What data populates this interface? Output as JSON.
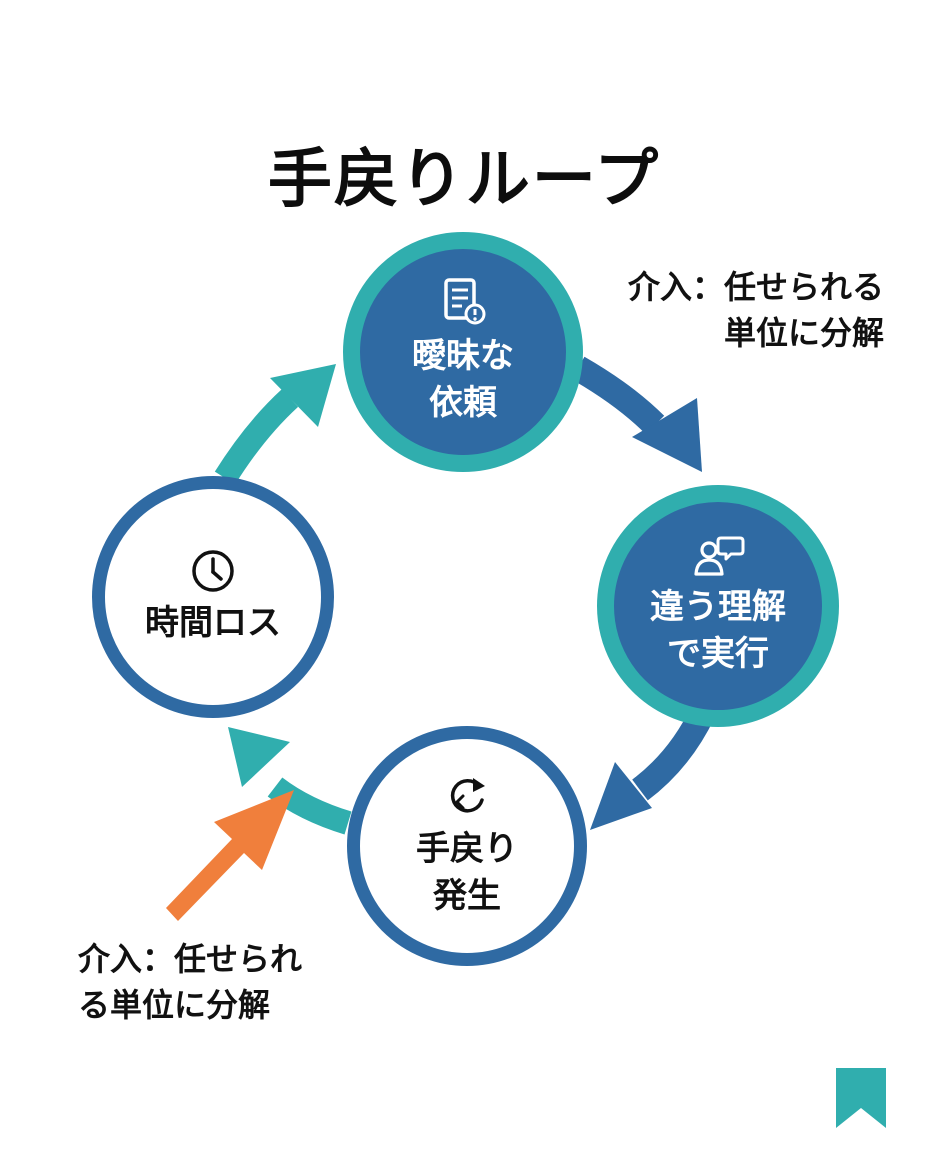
{
  "title": "手戻りループ",
  "nodes": {
    "ambiguous_request": {
      "label": "曖昧な\n依頼",
      "icon": "document-alert-icon"
    },
    "misunderstanding": {
      "label": "違う理解\nで実行",
      "icon": "people-chat-icon"
    },
    "rework": {
      "label": "手戻り\n発生",
      "icon": "refresh-icon"
    },
    "time_loss": {
      "label": "時間ロス",
      "icon": "clock-icon"
    }
  },
  "annotations": {
    "top": "介入：任せられる\n単位に分解",
    "bottom": "介入：任せられ\nる単位に分解"
  },
  "colors": {
    "blue": "#2f6aa3",
    "teal": "#30aeae",
    "orange": "#f07f3c",
    "text": "#111111"
  },
  "footer_icon": "bookmark-icon"
}
